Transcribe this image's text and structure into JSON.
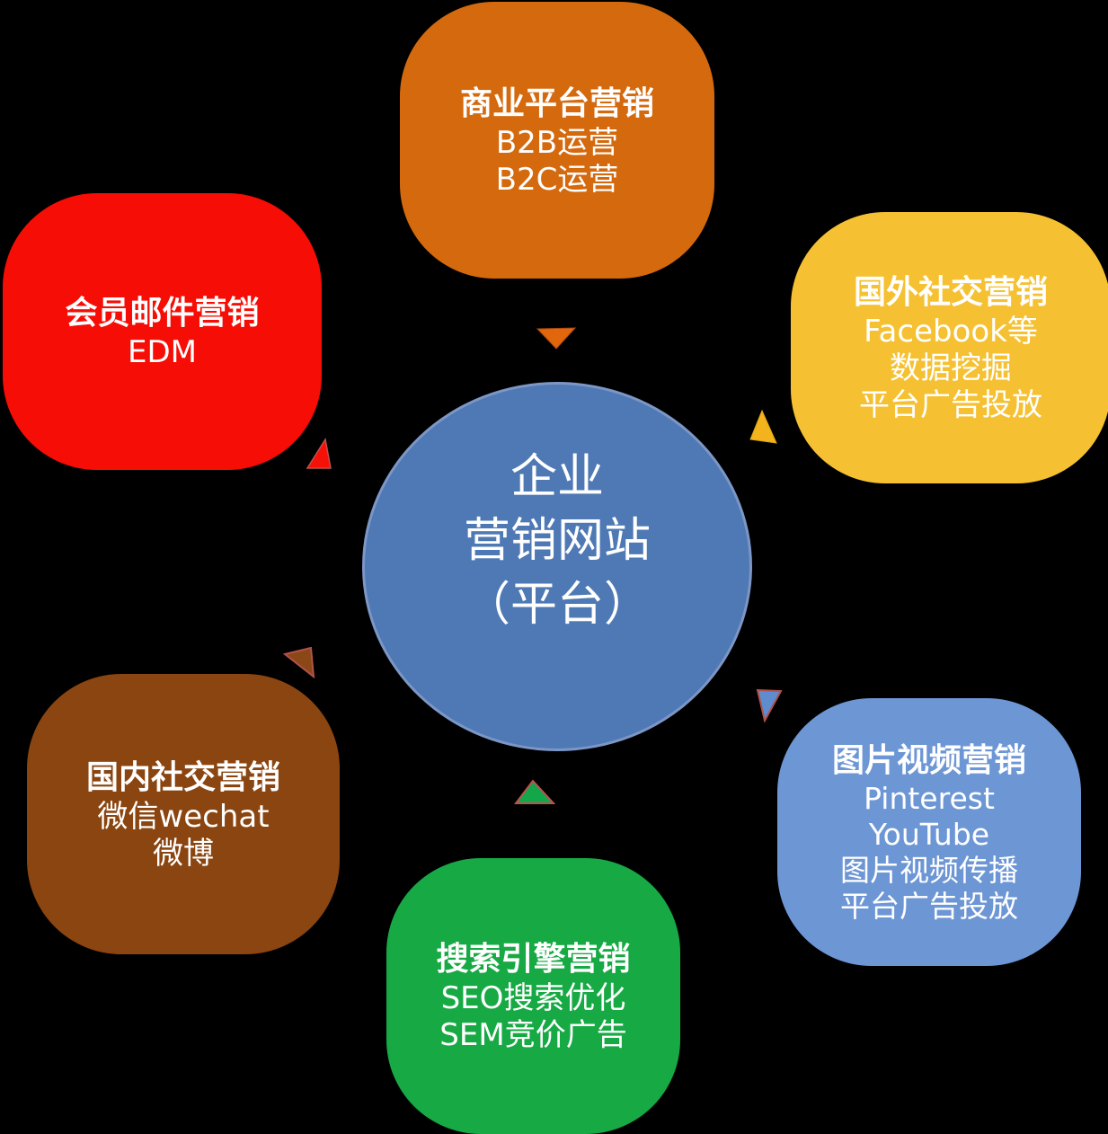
{
  "background_color": "#000000",
  "center": {
    "lines": [
      "企业",
      "营销网站",
      "（平台）"
    ],
    "fill": "#4E79B5",
    "border_color": "#7C96C5",
    "text_color": "#FFFFFF"
  },
  "nodes": [
    {
      "key": "business-platform-marketing",
      "title": "商业平台营销",
      "lines": [
        "B2B运营",
        "B2C运营"
      ],
      "fill": "#D4690E",
      "position": "top"
    },
    {
      "key": "overseas-social-marketing",
      "title": "国外社交营销",
      "lines": [
        "Facebook等",
        "数据挖掘",
        "平台广告投放"
      ],
      "fill": "#F5C132",
      "position": "top-right"
    },
    {
      "key": "image-video-marketing",
      "title": "图片视频营销",
      "lines": [
        "Pinterest",
        "YouTube",
        "图片视频传播",
        "平台广告投放"
      ],
      "fill": "#6D96D5",
      "position": "bottom-right"
    },
    {
      "key": "search-engine-marketing",
      "title": "搜索引擎营销",
      "lines": [
        "SEO搜索优化",
        "SEM竞价广告"
      ],
      "fill": "#17A944",
      "position": "bottom"
    },
    {
      "key": "domestic-social-marketing",
      "title": "国内社交营销",
      "lines": [
        "微信wechat",
        "微博"
      ],
      "fill": "#8A4510",
      "position": "bottom-left"
    },
    {
      "key": "member-email-marketing",
      "title": "会员邮件营销",
      "lines": [
        "EDM"
      ],
      "fill": "#F60D05",
      "position": "top-left"
    }
  ],
  "arrows": [
    {
      "key": "arrow-top",
      "fill": "#E2660C",
      "stroke": "#A84A10"
    },
    {
      "key": "arrow-right-upper",
      "fill": "#F2B31C",
      "stroke": "#DFA517"
    },
    {
      "key": "arrow-right-lower",
      "fill": "#5F8CCE",
      "stroke": "#B1524B"
    },
    {
      "key": "arrow-bottom",
      "fill": "#12A74A",
      "stroke": "#BF514C"
    },
    {
      "key": "arrow-left-lower",
      "fill": "#8C4716",
      "stroke": "#B1524B"
    },
    {
      "key": "arrow-left-upper",
      "fill": "#F51108",
      "stroke": "#BF514C"
    }
  ]
}
